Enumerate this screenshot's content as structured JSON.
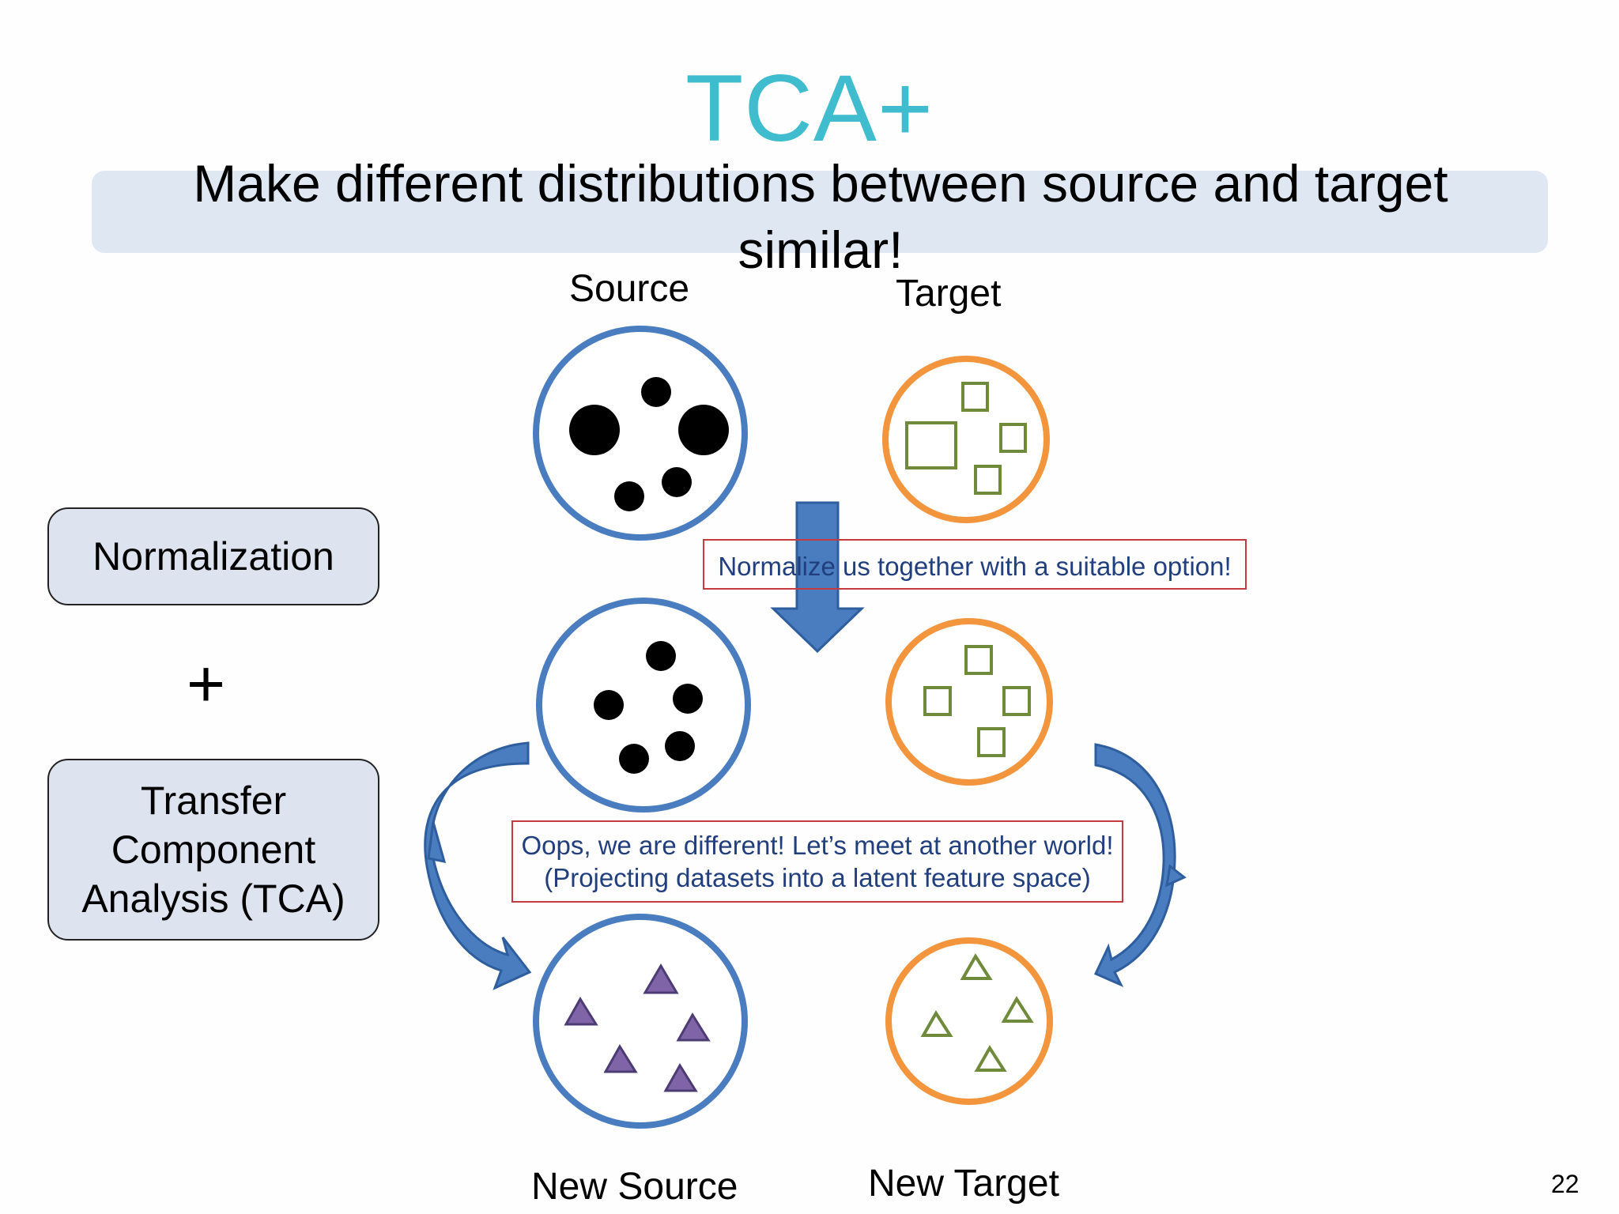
{
  "slide": {
    "title": "TCA+",
    "subtitle": "Make different distributions between source and target similar!",
    "page_number": "22"
  },
  "left_panel": {
    "normalization_label": "Normalization",
    "plus": "+",
    "tca_label": "Transfer Component Analysis (TCA)"
  },
  "labels": {
    "source": "Source",
    "target": "Target",
    "new_source": "New Source",
    "new_target": "New Target"
  },
  "notes": {
    "normalize": "Normalize us together with a suitable option!",
    "oops_line1": "Oops, we are different! Let’s meet at another world!",
    "oops_line2": "(Projecting datasets into a latent feature space)"
  },
  "colors": {
    "title": "#3fbccd",
    "source_circle": "#4a7cc0",
    "target_circle": "#f2953d",
    "square_and_green_triangle": "#6f8a3a",
    "purple_triangle_fill": "#7f64a8",
    "purple_triangle_stroke": "#4d3b74",
    "arrow_fill": "#4a7cc0",
    "note_border": "#c53b3f",
    "note_text": "#213f7e",
    "box_fill": "#dde4f0",
    "band_fill": "#dfe7f3"
  },
  "icons": {
    "down_arrow": "down-arrow-icon",
    "curved_arrow_left": "curved-arrow-down-left-icon",
    "curved_arrow_right": "curved-arrow-up-right-icon"
  }
}
